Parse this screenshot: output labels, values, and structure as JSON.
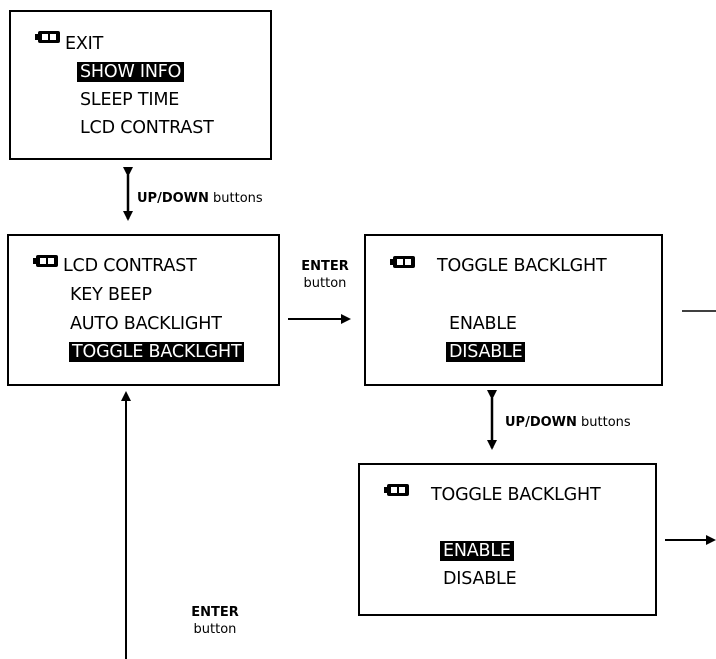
{
  "screen_main_menu": {
    "items": [
      "EXIT",
      "SHOW INFO",
      "SLEEP TIME",
      "LCD CONTRAST"
    ],
    "selected_index": 1
  },
  "screen_settings_menu": {
    "items": [
      "LCD CONTRAST",
      "KEY BEEP",
      "AUTO BACKLIGHT",
      "TOGGLE BACKLGHT"
    ],
    "selected_index": 3
  },
  "screen_toggle_disable": {
    "title": "TOGGLE BACKLGHT",
    "options": [
      "ENABLE",
      "DISABLE"
    ],
    "selected_index": 1
  },
  "screen_toggle_enable": {
    "title": "TOGGLE BACKLGHT",
    "options": [
      "ENABLE",
      "DISABLE"
    ],
    "selected_index": 0
  },
  "labels": {
    "updown_bold": "UP/DOWN",
    "updown_rest": " buttons",
    "enter_bold": "ENTER",
    "enter_rest": "button"
  },
  "icons": {
    "battery": "battery-icon"
  }
}
